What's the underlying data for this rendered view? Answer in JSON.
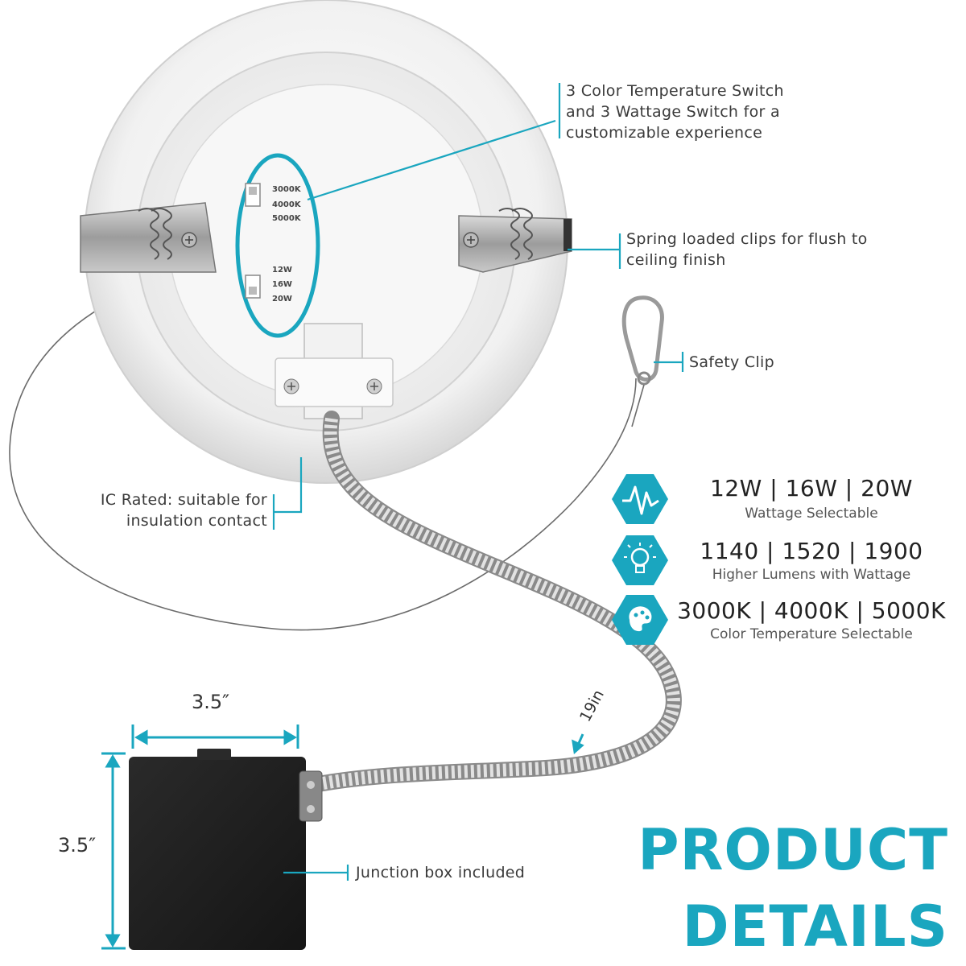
{
  "callouts": {
    "color_temp_switch": [
      "3 Color Temperature Switch",
      "and 3 Wattage Switch for a",
      "customizable experience"
    ],
    "spring_clips": [
      "Spring loaded clips for flush to",
      "ceiling finish"
    ],
    "safety_clip": "Safety Clip",
    "ic_rated": [
      "IC Rated: suitable for",
      "insulation contact"
    ],
    "junction_box": "Junction box included"
  },
  "switch_labels": {
    "color_temps": [
      "3000K",
      "4000K",
      "5000K"
    ],
    "wattages": [
      "12W",
      "16W",
      "20W"
    ]
  },
  "features": [
    {
      "icon": "wattage-waveform-icon",
      "value": "12W | 16W | 20W",
      "caption": "Wattage Selectable"
    },
    {
      "icon": "lightbulb-icon",
      "value": "1140 | 1520 | 1900",
      "caption": "Higher Lumens with Wattage"
    },
    {
      "icon": "palette-icon",
      "value": "3000K | 4000K | 5000K",
      "caption": "Color Temperature Selectable"
    }
  ],
  "dimensions": {
    "box_width": "3.5″",
    "box_height": "3.5″",
    "cable_length": "19in"
  },
  "headline": [
    "PRODUCT",
    "DETAILS"
  ],
  "colors": {
    "accent": "#1aa6bf",
    "box": "#222222"
  }
}
